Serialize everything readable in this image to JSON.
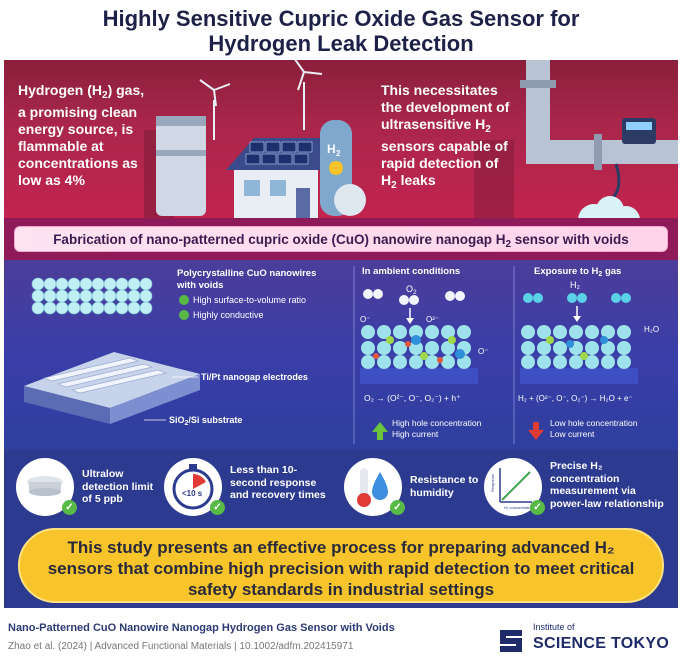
{
  "title": {
    "line1": "Highly Sensitive Cupric Oxide Gas Sensor for",
    "line2": "Hydrogen Leak Detection"
  },
  "hero": {
    "left_lines": [
      "Hydrogen (H",
      "2",
      ") gas,",
      "a promising clean",
      "energy source, is",
      "flammable at",
      "concentrations as",
      "low as 4%"
    ],
    "right_lines": [
      "This necessitates",
      "the development of",
      "ultrasensitive H",
      "2",
      "sensors capable of",
      "rapid detection of",
      "H",
      "2",
      " leaks"
    ],
    "tank_label": "H",
    "tank_sub": "2"
  },
  "banner": {
    "text_a": "Fabrication of nano-patterned cupric oxide (CuO) nanowire nanogap H",
    "text_sub": "2",
    "text_b": " sensor with voids"
  },
  "device": {
    "nanowire_title": "Polycrystalline CuO nanowires with voids",
    "bullet1": "High surface-to-volume ratio",
    "bullet2": "Highly conductive",
    "electrodes_label": "Ti/Pt nanogap electrodes",
    "substrate_label_a": "SiO",
    "substrate_sub": "2",
    "substrate_label_b": "/Si substrate"
  },
  "ambient": {
    "heading": "In ambient conditions",
    "o2": "O",
    "o2_sub": "2",
    "ion1": "O⁻",
    "ion2": "O²⁻",
    "ion3": "O⁻",
    "equation": "O₂ → (O²⁻, O⁻, O₂⁻) + h⁺",
    "result1": "High hole concentration",
    "result2": "High current"
  },
  "exposure": {
    "heading_a": "Exposure to H",
    "heading_sub": "2",
    "heading_b": " gas",
    "h2": "H₂",
    "h2o": "H₂O",
    "equation": "H₂ + (O²⁻, O⁻, O₂⁻) → H₂O + e⁻",
    "result1": "Low hole concentration",
    "result2": "Low current"
  },
  "features": [
    {
      "text": "Ultralow detection limit of 5 ppb",
      "icon": "smoke-detector-icon"
    },
    {
      "text": "Less than 10-second response and recovery times",
      "icon": "stopwatch-icon",
      "dial": "<10 s"
    },
    {
      "text": "Resistance to humidity",
      "icon": "humidity-thermometer-icon"
    },
    {
      "text": "Precise H₂ concentration measurement via power-law relationship",
      "icon": "graph-icon",
      "xaxis": "H₂ concentration",
      "yaxis": "Response"
    }
  ],
  "conclusion": {
    "line1": "This study presents an effective process for preparing advanced H₂",
    "line2": "sensors that combine high precision with rapid detection to meet critical",
    "line3": "safety standards in industrial settings"
  },
  "footer": {
    "paper_title": "Nano-Patterned CuO Nanowire Nanogap Hydrogen Gas Sensor with Voids",
    "citation": "Zhao et al. (2024) | Advanced Functional Materials | 10.1002/adfm.202415971",
    "logo_small": "Institute of",
    "logo_big": "SCIENCE TOKYO"
  },
  "colors": {
    "hero": "#a9264a",
    "banner": "#8e1a59",
    "middle": "#3a3ea8",
    "pill": "#f7c42b",
    "check": "#58b947"
  }
}
